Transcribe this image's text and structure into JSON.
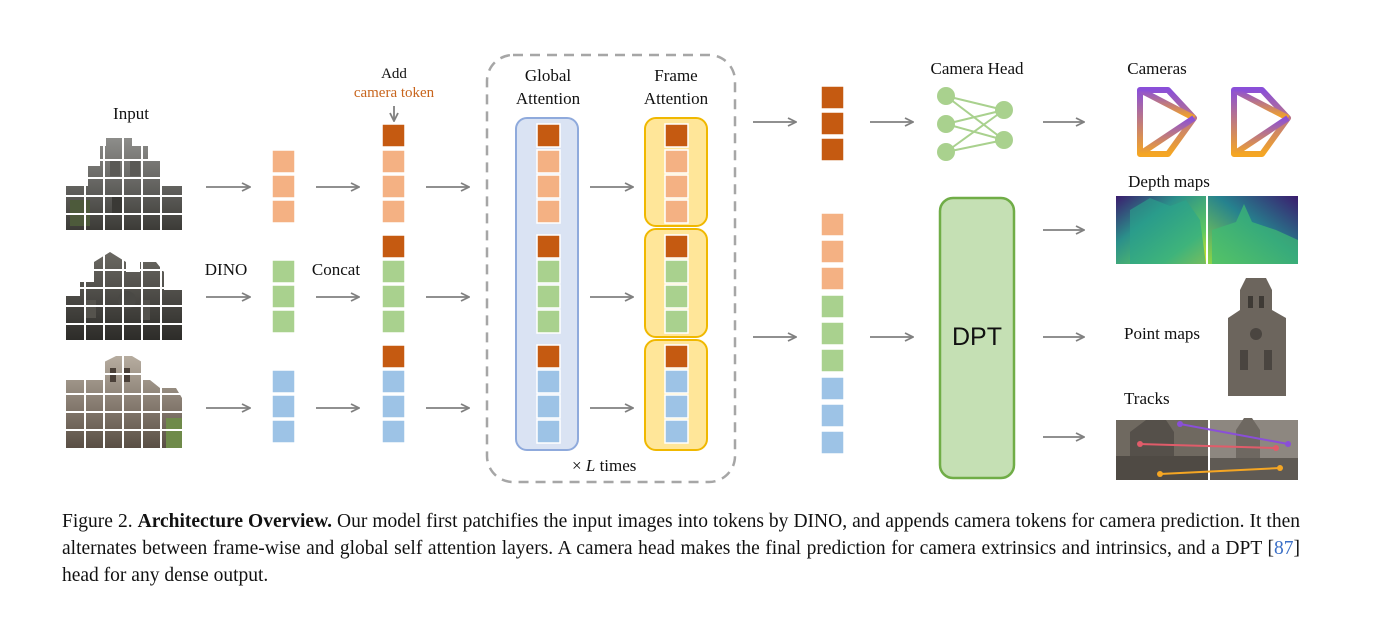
{
  "figure": {
    "input_label": "Input",
    "dino_label": "DINO",
    "concat_label": "Concat",
    "add_label": "Add",
    "camera_token_label": "camera token",
    "global_attention_label_1": "Global",
    "global_attention_label_2": "Attention",
    "frame_attention_label_1": "Frame",
    "frame_attention_label_2": "Attention",
    "times_prefix": "×",
    "times_var": "L",
    "times_suffix": "times",
    "camera_head_label": "Camera Head",
    "cameras_label": "Cameras",
    "depth_maps_label": "Depth maps",
    "dpt_label": "DPT",
    "point_maps_label": "Point maps",
    "tracks_label": "Tracks"
  },
  "colors": {
    "camera_token": "#c55a11",
    "frame1_token": "#f4b183",
    "frame2_token": "#a9d18e",
    "frame3_token": "#9dc3e6",
    "global_box_fill": "#dae3f3",
    "global_box_stroke": "#8faadc",
    "frame_box_fill": "#ffe699",
    "frame_box_stroke": "#f0b800",
    "dpt_fill": "#c5e0b4",
    "dpt_stroke": "#70ad47",
    "camera_head_nodes": "#a9d18e",
    "arrow": "#808080"
  },
  "caption": {
    "figure_number": "Figure 2.",
    "title": "Architecture Overview.",
    "text_1": "Our model first patchifies the input images into tokens by DINO, and appends camera tokens for camera prediction. It then alternates between frame-wise and global self attention layers. A camera head makes the final prediction for camera extrinsics and intrinsics, and a DPT [",
    "ref": "87",
    "text_2": "] head for any dense output."
  }
}
